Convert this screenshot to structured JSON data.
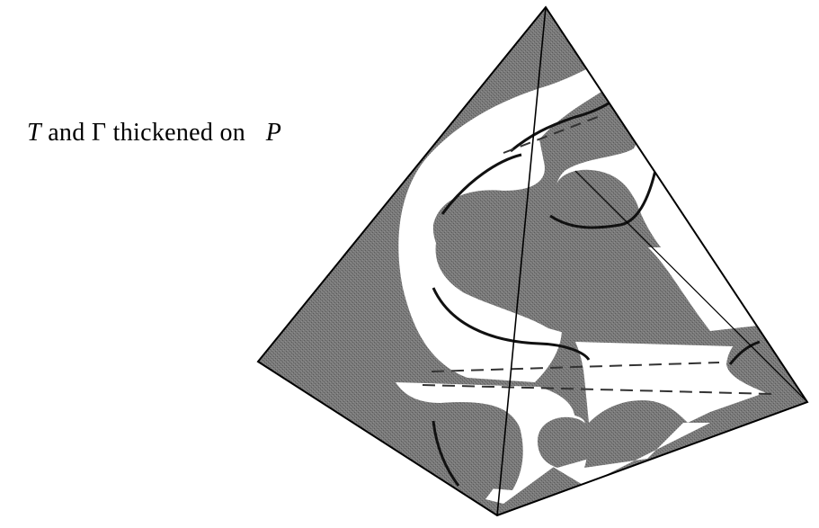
{
  "caption": {
    "T": "T",
    "and": "and",
    "Gamma": "Γ",
    "thickened_on": "thickened on",
    "P": "P"
  },
  "colors": {
    "shade": "#6f6f6f",
    "white": "#ffffff",
    "line": "#000000"
  }
}
